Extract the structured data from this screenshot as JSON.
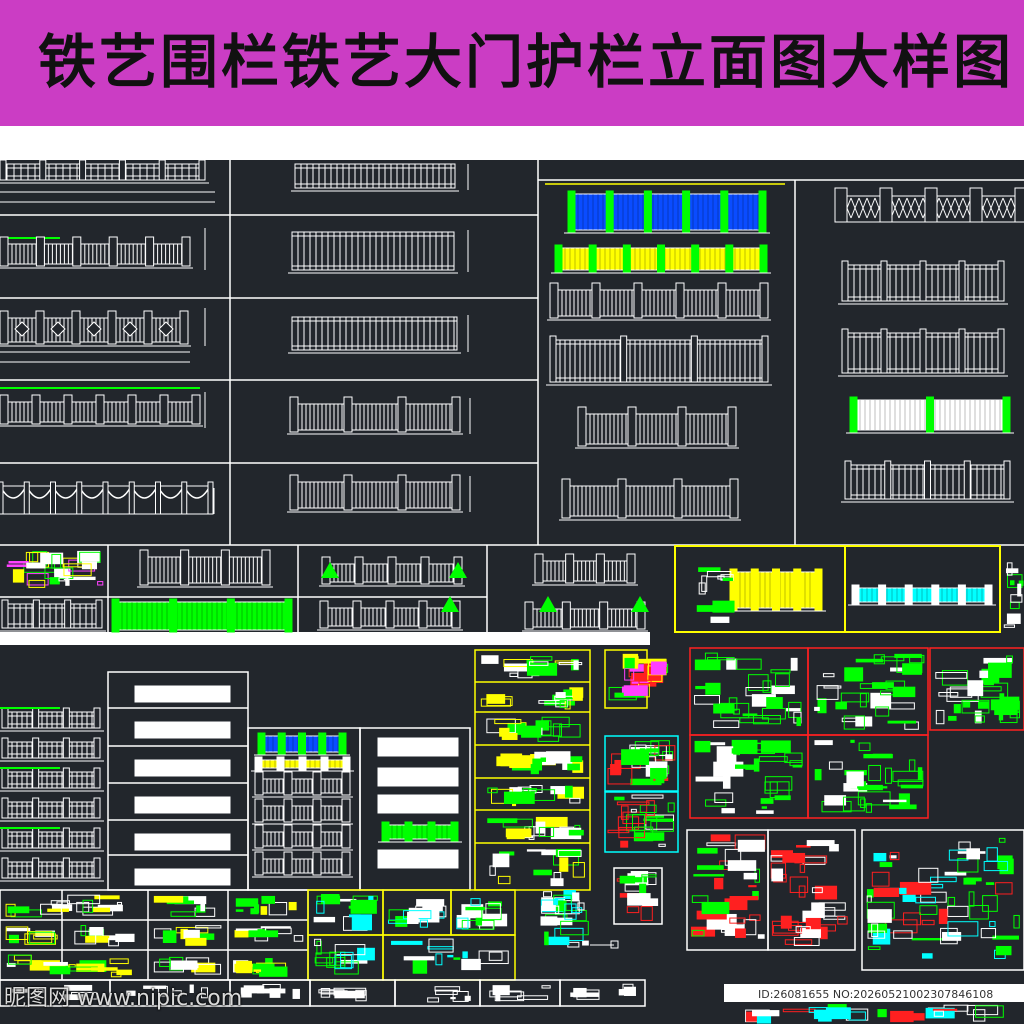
{
  "banner": {
    "title": "铁艺围栏铁艺大门护栏立面图大样图"
  },
  "watermark": {
    "site": "昵图网 www.nipic.com",
    "id": "ID:26081655 NO:20260521002307846108"
  },
  "colors": {
    "banner": "#cb3dc4",
    "cad_background": "#22262c",
    "line": "#ffffff",
    "green": "#00ff00",
    "yellow": "#ffff00",
    "cyan": "#00ffff",
    "red": "#ff2020",
    "blue": "#0a4cff",
    "magenta": "#ff40ff"
  }
}
